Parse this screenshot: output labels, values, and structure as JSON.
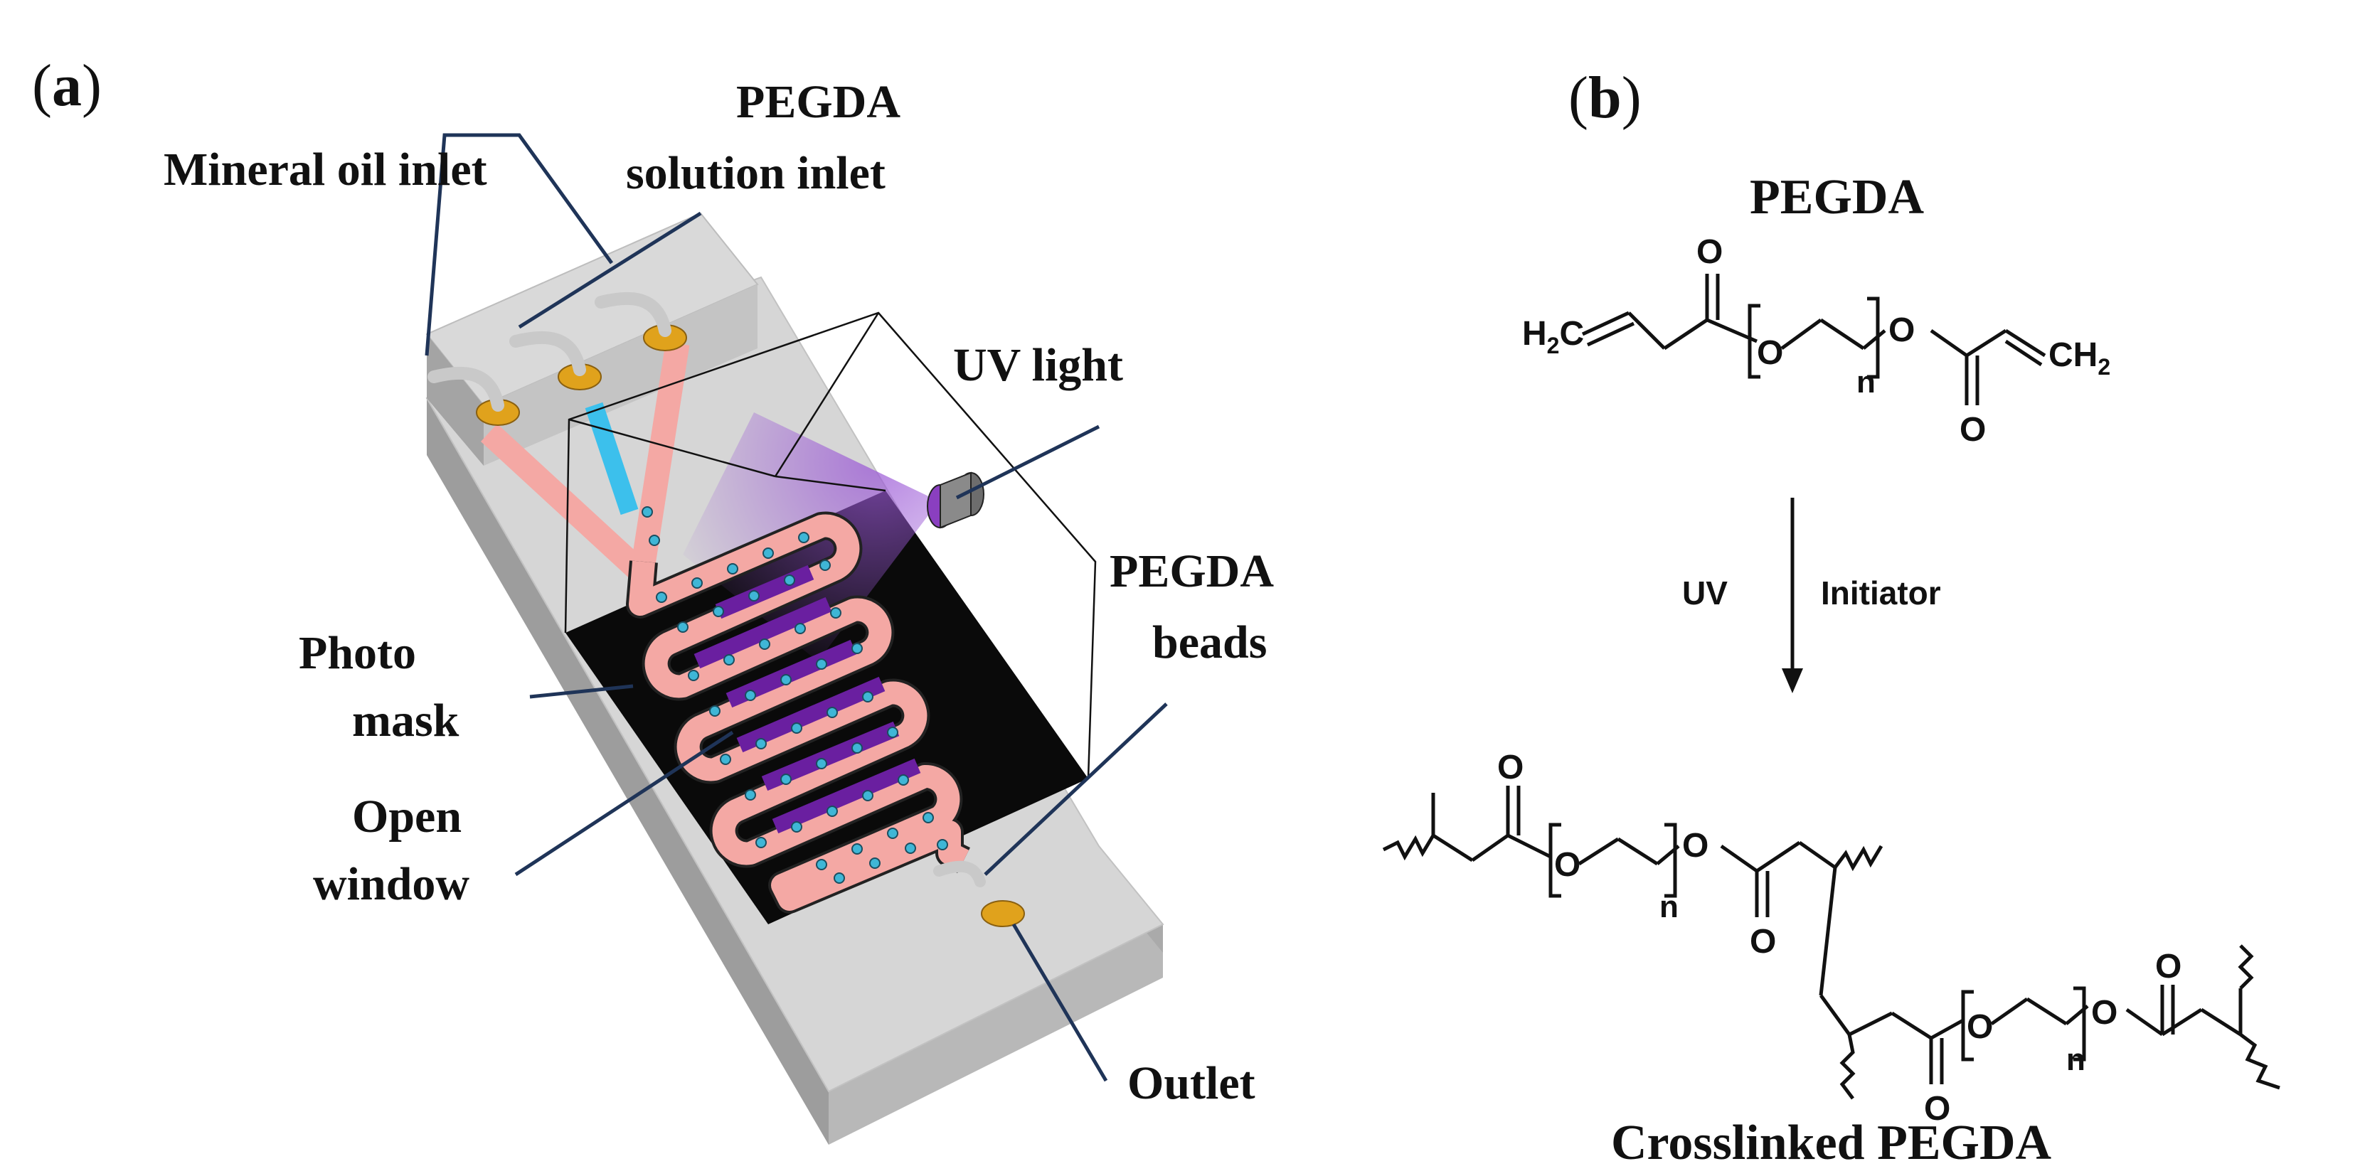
{
  "panel_a": {
    "letter_open": "(",
    "letter": "a",
    "letter_close": ")",
    "labels": {
      "mineral_oil_inlet": "Mineral oil inlet",
      "pegda_inlet_line1": "PEGDA",
      "pegda_inlet_line2": "solution inlet",
      "uv_light": "UV light",
      "beads_line1": "PEGDA",
      "beads_line2": "beads",
      "photo_mask_line1": "Photo",
      "photo_mask_line2": "mask",
      "open_window_line1": "Open",
      "open_window_line2": "window",
      "outlet": "Outlet"
    },
    "colors": {
      "chip_top": "#d6d6d6",
      "chip_side": "#9d9d9d",
      "chip_front": "#bdbdbd",
      "mask": "#0a0a0a",
      "channel": "#f4a8a4",
      "stripe": "#6a1fa0",
      "bead": "#3fb6d6",
      "inlet_port": "#e0a21c",
      "water_channel": "#3cc0ec",
      "uv_glow": "#9b59d6"
    }
  },
  "panel_b": {
    "letter_open": "(",
    "letter": "b",
    "letter_close": ")",
    "top_title": "PEGDA",
    "bottom_title": "Crosslinked PEGDA",
    "arrow_left": "UV",
    "arrow_right": "Initiator",
    "atoms": {
      "O": "O",
      "H2C_H": "H",
      "H2C_2": "2",
      "H2C_C": "C",
      "CH2_C": "CH",
      "CH2_2": "2",
      "n": "n"
    }
  }
}
